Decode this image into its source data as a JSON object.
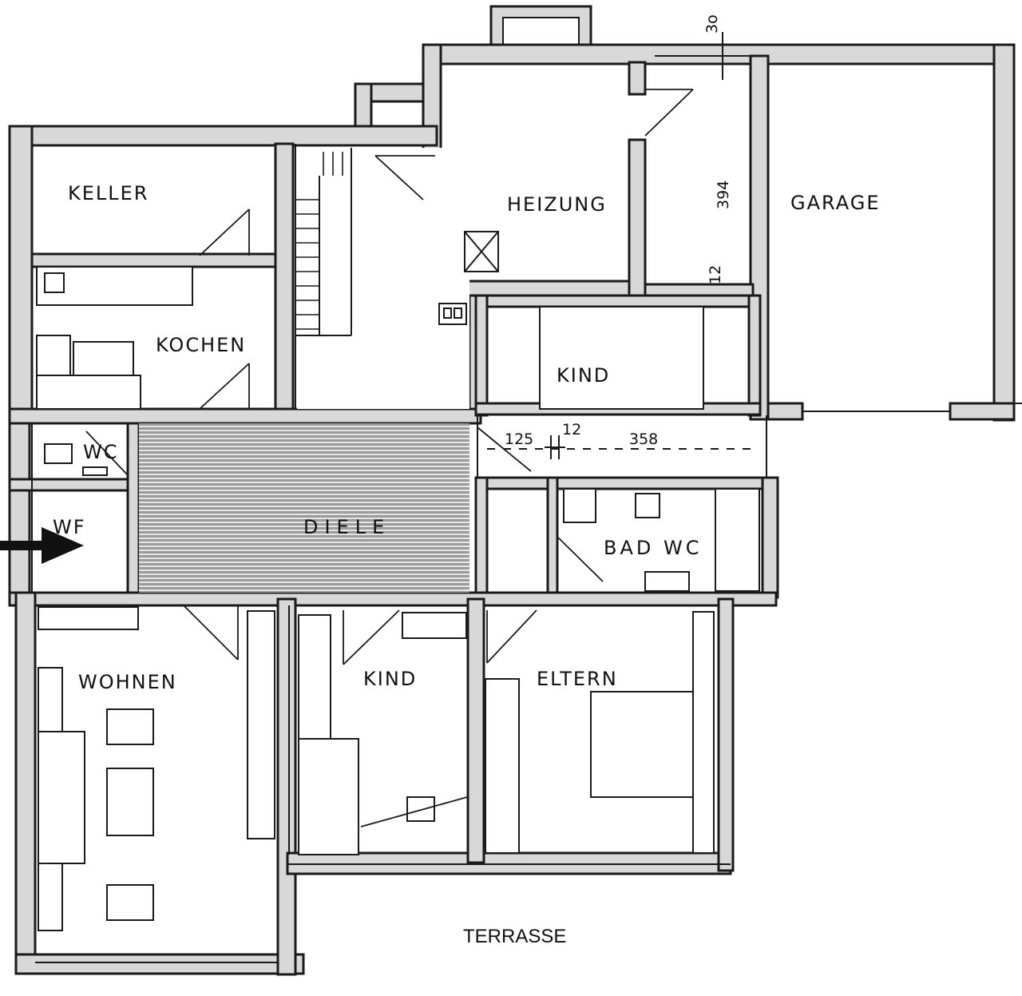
{
  "rooms": {
    "keller": "KELLER",
    "kochen": "KOCHEN",
    "heizung": "HEIZUNG",
    "garage": "GARAGE",
    "kind_top": "KIND",
    "wc": "WC",
    "wf": "WF",
    "diele": "DIELE",
    "bad_wc": "BAD WC",
    "wohnen": "WOHNEN",
    "kind_bottom": "KIND",
    "eltern": "ELTERN"
  },
  "outside": {
    "terrasse": "TERRASSE"
  },
  "dimensions": {
    "d30": "3o",
    "d394": "394",
    "d12a": "12",
    "d125": "125",
    "d12b": "12",
    "d358": "358"
  }
}
